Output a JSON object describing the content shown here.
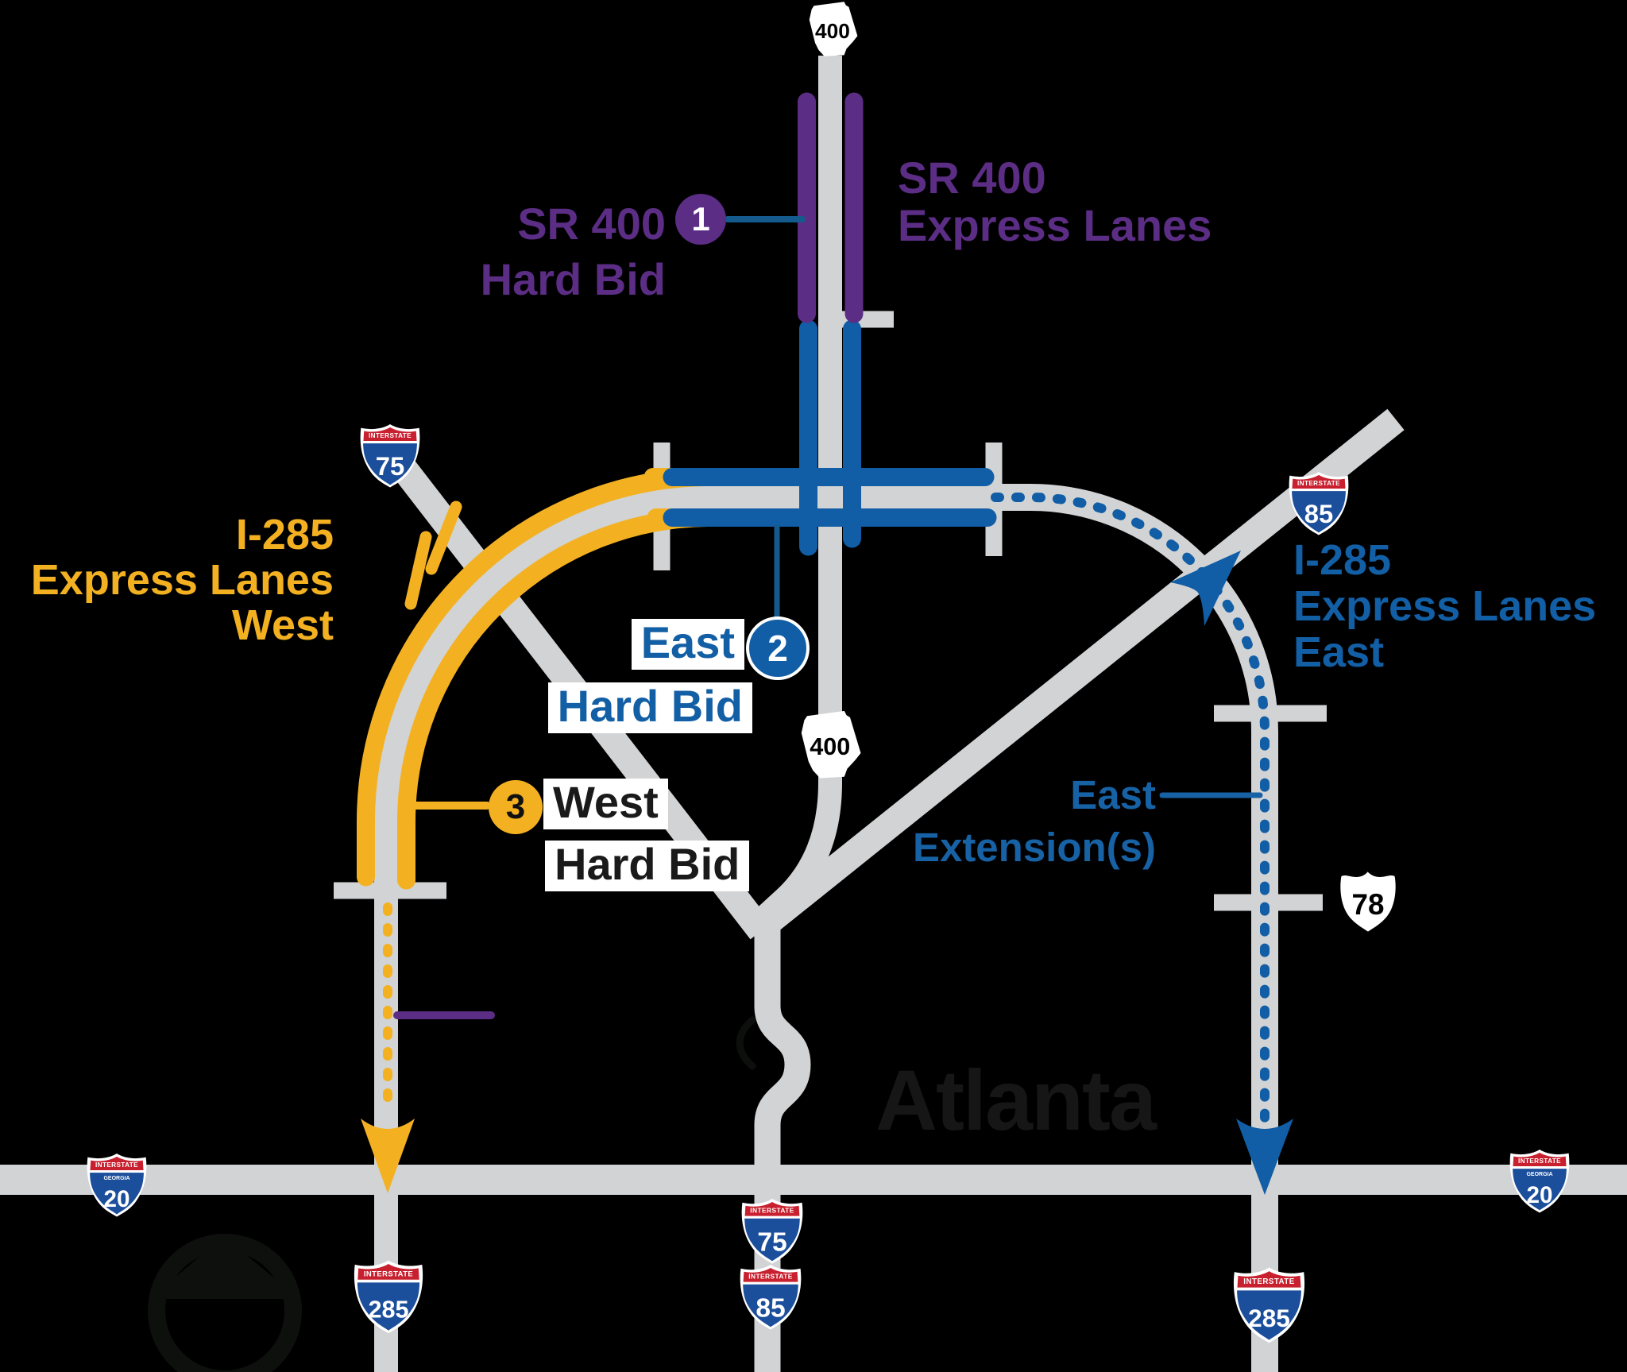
{
  "background": "#000000",
  "colors": {
    "road_gray": "#d2d3d4",
    "lane_gold": "#f3b122",
    "lane_blue": "#115ea6",
    "lane_purple": "#5b2d84",
    "leader_blue": "#155a8c",
    "chip_bg": "#ffffff",
    "city_text": "#161616",
    "shield_blue": "#1b4e9b",
    "shield_red": "#c8202f"
  },
  "city_label": "Atlanta",
  "projects": [
    {
      "marker": "1",
      "name": "SR 400 Hard Bid",
      "corridor": "SR 400 Express Lanes",
      "color": "#5b2d84"
    },
    {
      "marker": "2",
      "name": "East Hard Bid",
      "corridor": "I-285 Express Lanes East",
      "color": "#115ea6"
    },
    {
      "marker": "3",
      "name": "West Hard Bid",
      "corridor": "I-285 Express Lanes West",
      "color": "#f3b122"
    }
  ],
  "labels": {
    "sr400_hard_bid": {
      "line1": "SR 400",
      "line2": "Hard Bid"
    },
    "sr400_express": {
      "line1": "SR 400",
      "line2": "Express Lanes"
    },
    "i285_west": {
      "line1": "I-285",
      "line2": "Express Lanes",
      "line3": "West"
    },
    "east_hard_bid": {
      "line1": "East",
      "line2": "Hard Bid"
    },
    "west_hard_bid": {
      "line1": "West",
      "line2": "Hard Bid"
    },
    "east_extensions": {
      "line1": "East",
      "line2": "Extension(s)"
    },
    "i285_east": {
      "line1": "I-285",
      "line2": "Express Lanes",
      "line3": "East"
    }
  },
  "markers": {
    "m1": "1",
    "m2": "2",
    "m3": "3"
  },
  "shields": {
    "interstate": "INTERSTATE",
    "georgia": "GEORGIA",
    "sr400_top": "400",
    "sr400_mid": "400",
    "i75_top": "75",
    "i85_top": "85",
    "i20_left": "20",
    "i20_right": "20",
    "i285_left": "285",
    "i285_right": "285",
    "i75_bottom": "75",
    "i85_bottom": "85",
    "us78": "78"
  }
}
